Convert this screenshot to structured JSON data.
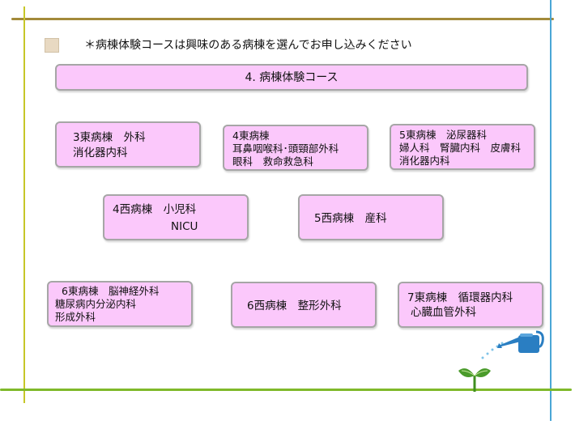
{
  "header": {
    "note": "＊病棟体験コースは興味のある病棟を選んでお申し込みください"
  },
  "title": "4. 病棟体験コース",
  "courses": [
    {
      "lines": [
        "3東病棟　外科",
        "消化器内科"
      ]
    },
    {
      "lines": [
        "4東病棟",
        "耳鼻咽喉科･頭頸部外科",
        "眼科　救命救急科"
      ]
    },
    {
      "lines": [
        "5東病棟　泌尿器科",
        "婦人科　腎臓内科　皮膚科",
        "消化器内科"
      ]
    },
    {
      "lines": [
        "4西病棟　小児科",
        "NICU"
      ]
    },
    {
      "lines": [
        "5西病棟　産科"
      ]
    },
    {
      "lines": [
        "6東病棟　脳神経外科",
        "糖尿病内分泌内科",
        "形成外科"
      ]
    },
    {
      "lines": [
        "6西病棟　整形外科"
      ]
    },
    {
      "lines": [
        "7東病棟　循環器内科",
        "心臓血管外科"
      ]
    }
  ],
  "icons": [
    "note-icon",
    "watering-can-icon",
    "sprout-icon"
  ],
  "colors": {
    "box_fill": "#fbc8fb",
    "box_border": "#a6a6a6",
    "accent_green": "#7fb92a",
    "accent_blue": "#4aa6d6"
  }
}
